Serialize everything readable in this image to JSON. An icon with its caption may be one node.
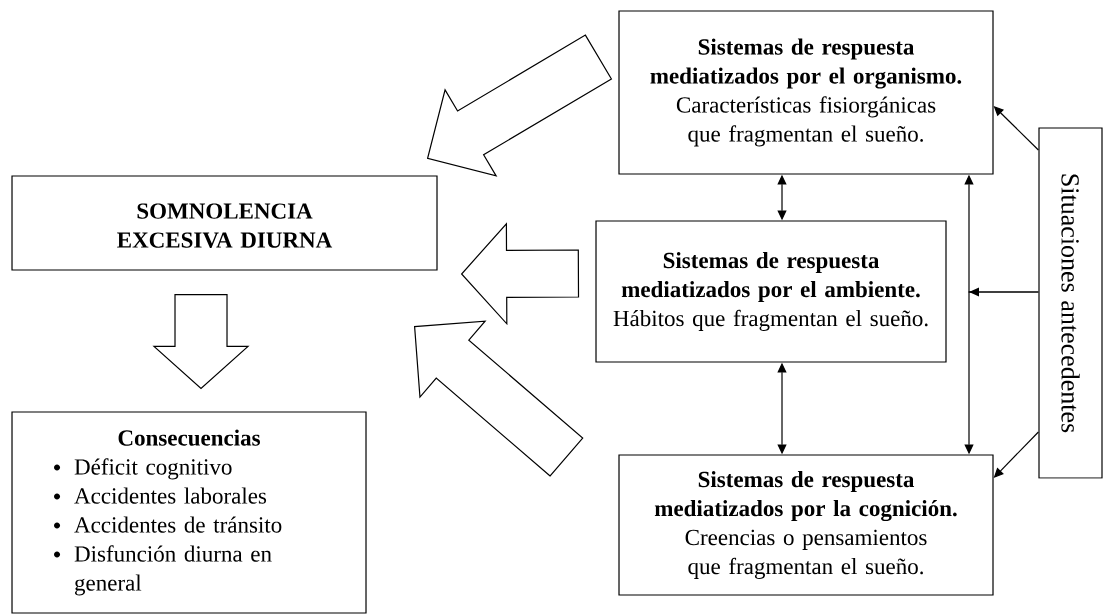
{
  "diagram": {
    "nodes": [
      {
        "text": [
          "SOMNOLENCIA EXCESIVA DIURNA"
        ]
      },
      {
        "text": [
          "Consecuencias",
          "Déficit cognitivo",
          "Accidentes laborales",
          "Accidentes de tránsito",
          "Disfunción diurna en general"
        ]
      },
      {
        "text": [
          "Sistemas de respuesta mediatizados por el organismo.",
          "Características fisiorgánicas que fragmentan el sueño."
        ]
      },
      {
        "text": [
          "Sistemas de respuesta mediatizados por el ambiente.",
          "Hábitos que fragmentan el sueño."
        ]
      },
      {
        "text": [
          "Sistemas de respuesta mediatizados por la cognición.",
          "Creencias o pensamientos que fragmentan el sueño."
        ]
      },
      {
        "text": [
          "Situaciones antecedentes"
        ]
      }
    ],
    "edges": [
      {
        "from": 2,
        "to": 0,
        "arrow": "to"
      },
      {
        "from": 3,
        "to": 0,
        "arrow": "to"
      },
      {
        "from": 4,
        "to": 0,
        "arrow": "to"
      },
      {
        "from": 0,
        "to": 1,
        "arrow": "to"
      },
      {
        "from": 2,
        "to": 3,
        "arrow": "both"
      },
      {
        "from": 3,
        "to": 4,
        "arrow": "both"
      },
      {
        "from": 5,
        "to": 2,
        "arrow": "to"
      },
      {
        "from": 5,
        "to": 2,
        "arrow": "to"
      },
      {
        "from": 5,
        "to": 4,
        "arrow": "to"
      },
      {
        "from": 5,
        "to": 4,
        "arrow": "to"
      }
    ]
  }
}
